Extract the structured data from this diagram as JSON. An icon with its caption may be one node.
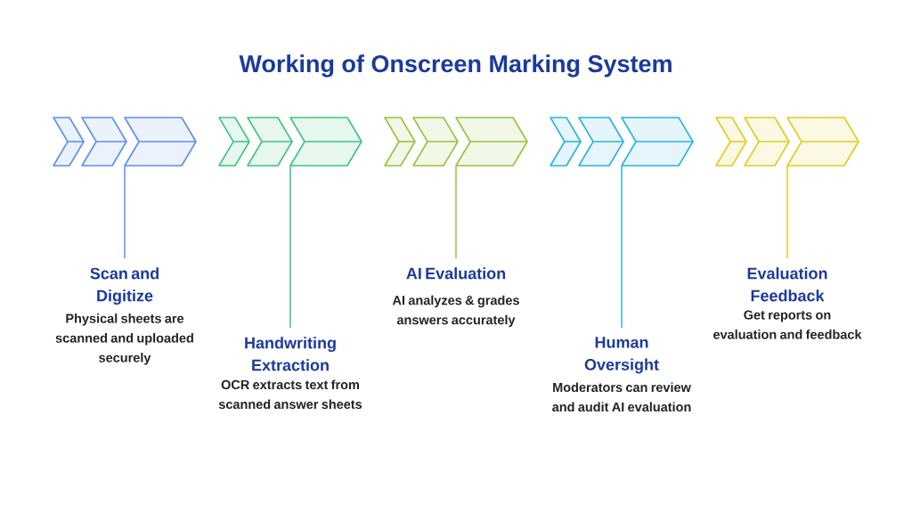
{
  "diagram": {
    "title": "Working of Onscreen Marking System",
    "nodes": [
      {
        "text": [],
        "shape": "chevron"
      },
      {
        "text": [],
        "shape": "chevron"
      },
      {
        "text": [],
        "shape": "chevron"
      },
      {
        "text": [],
        "shape": "chevron"
      },
      {
        "text": [],
        "shape": "chevron"
      },
      {
        "text": [
          "Scan and Digitize",
          "Physical sheets are scanned and uploaded securely"
        ]
      },
      {
        "text": [
          "Handwriting Extraction",
          "OCR extracts text from scanned answer sheets"
        ]
      },
      {
        "text": [
          "AI Evaluation",
          "AI analyzes & grades answers accurately"
        ]
      },
      {
        "text": [
          "Human Oversight",
          "Moderators can review and audit AI evaluation"
        ]
      },
      {
        "text": [
          "Evaluation Feedback",
          "Get reports on evaluation and feedback"
        ]
      }
    ],
    "edges": [
      {
        "from": 0,
        "to": 5,
        "arrow": "none",
        "color": "#5b8ff0"
      },
      {
        "from": 1,
        "to": 6,
        "arrow": "none",
        "color": "#3fc47e"
      },
      {
        "from": 2,
        "to": 7,
        "arrow": "none",
        "color": "#98c23e"
      },
      {
        "from": 3,
        "to": 8,
        "arrow": "none",
        "color": "#29b3e0"
      },
      {
        "from": 4,
        "to": 9,
        "arrow": "none",
        "color": "#e3cc1c"
      }
    ]
  }
}
